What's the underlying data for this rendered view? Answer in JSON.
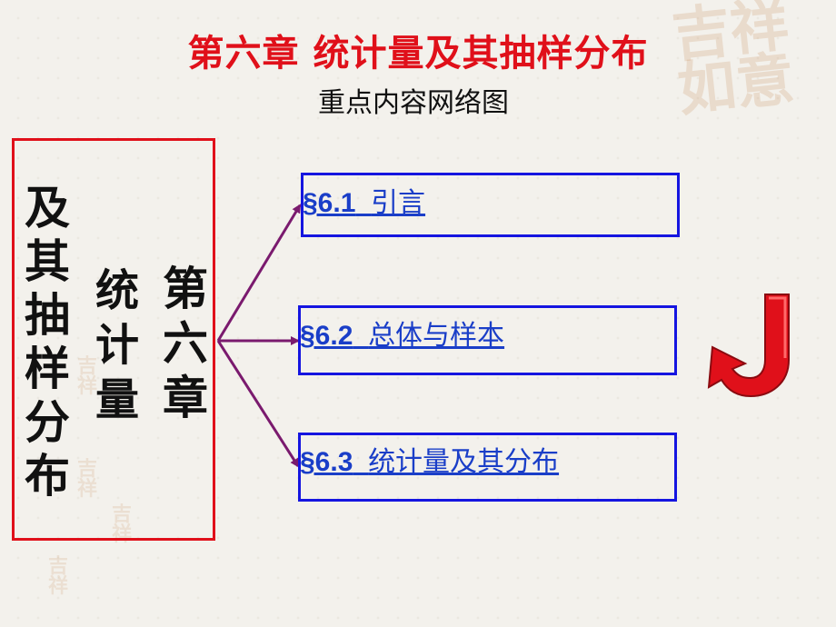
{
  "slide": {
    "title": "第六章  统计量及其抽样分布",
    "subtitle": "重点内容网络图",
    "left_panel": {
      "col1": [
        "及",
        "其",
        "抽",
        "样",
        "分",
        "布"
      ],
      "col2": [
        "统",
        "计",
        "量"
      ],
      "col3": [
        "第",
        "六",
        "章"
      ]
    },
    "topics": [
      {
        "num": "§6.1",
        "text": "引言"
      },
      {
        "num": "§6.2",
        "text": "总体与样本"
      },
      {
        "num": "§6.3",
        "text": "统计量及其分布"
      }
    ],
    "colors": {
      "title": "#e0101a",
      "left_border": "#e0101a",
      "box_border": "#1515e0",
      "link": "#1a3ec8",
      "arrow": "#7a1a6e",
      "return_icon": "#e0101a"
    },
    "icons": {
      "return": "return-arrow-icon"
    }
  }
}
